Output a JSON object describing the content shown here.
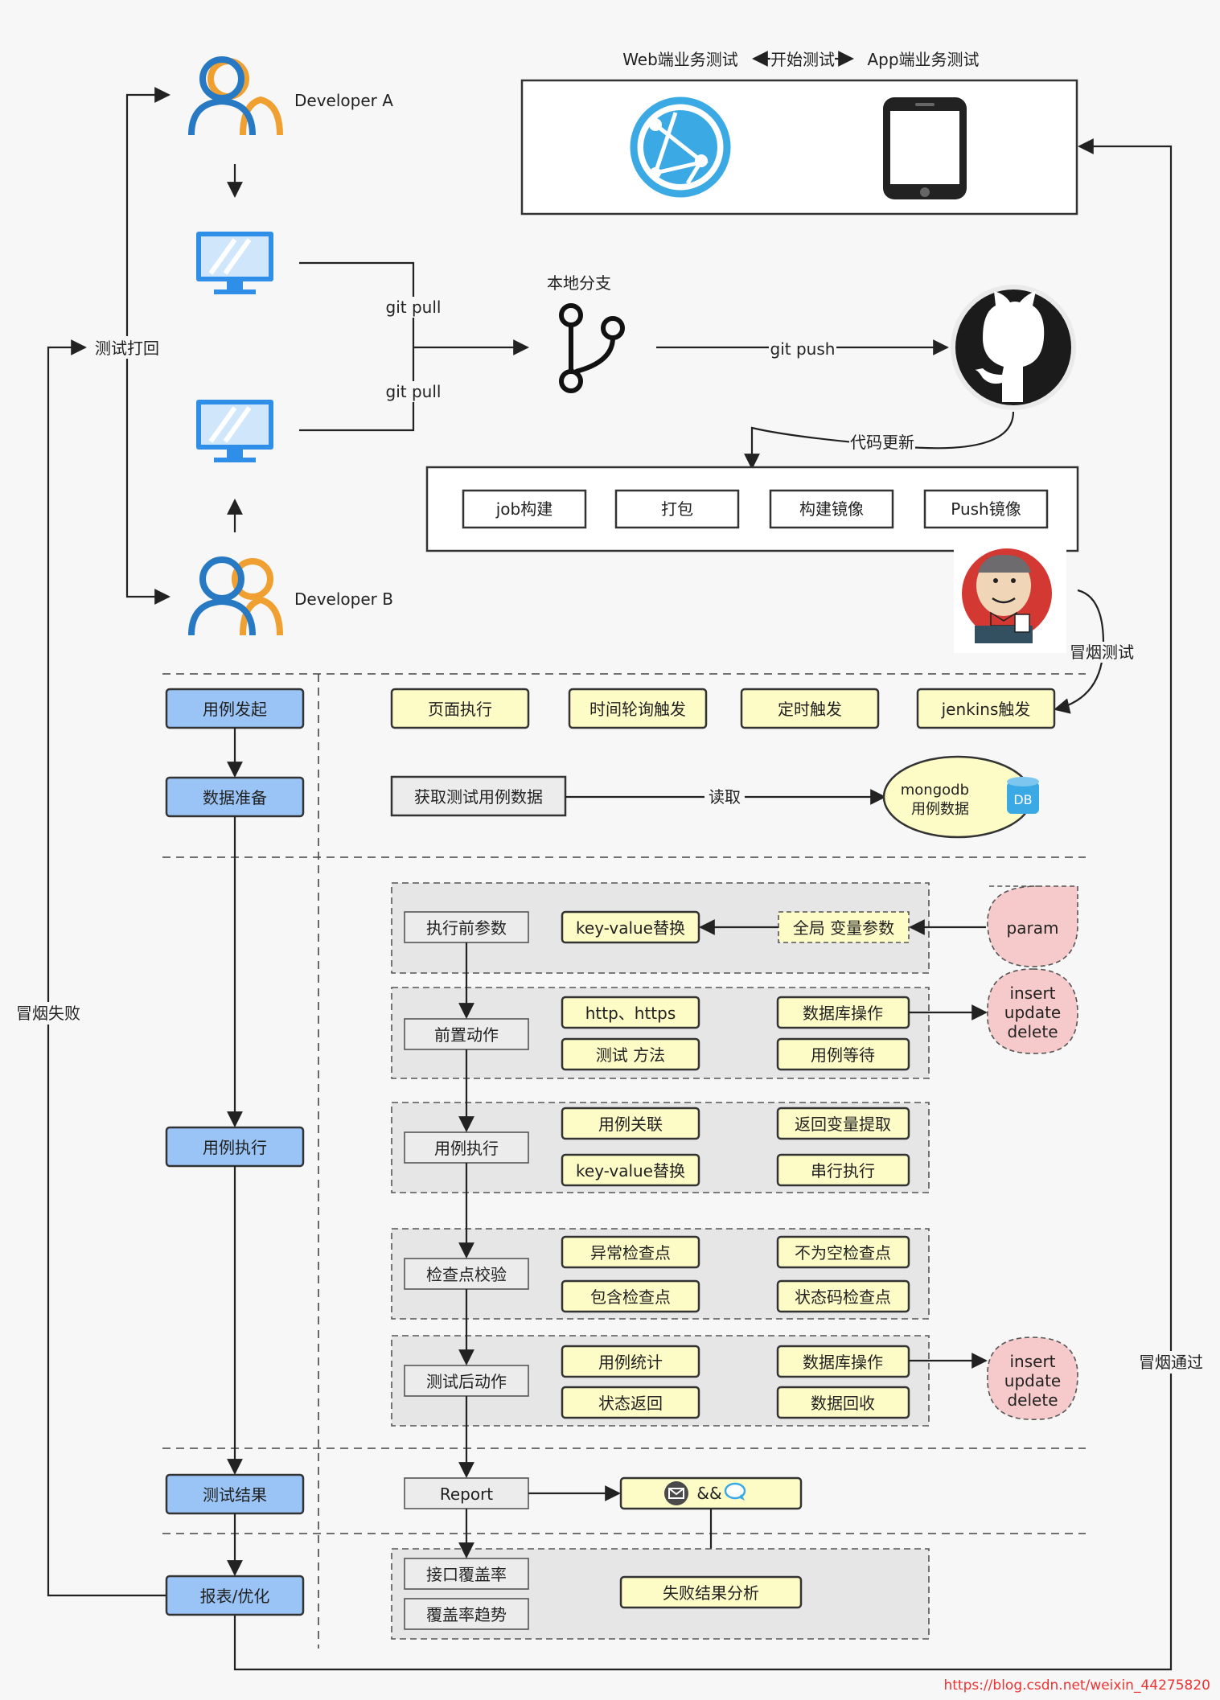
{
  "top": {
    "web_test": "Web端业务测试",
    "start_test": "开始测试",
    "app_test": "App端业务测试"
  },
  "developers": {
    "a": "Developer A",
    "b": "Developer B"
  },
  "git": {
    "pull_1": "git pull",
    "pull_2": "git pull",
    "local_branch": "本地分支",
    "push": "git push",
    "code_update": "代码更新"
  },
  "jenkins_steps": [
    "job构建",
    "打包",
    "构建镜像",
    "Push镜像"
  ],
  "side_labels": {
    "test_reject": "测试打回",
    "smoke_fail": "冒烟失败",
    "smoke_test": "冒烟测试",
    "smoke_pass": "冒烟通过"
  },
  "stages": [
    "用例发起",
    "数据准备",
    "用例执行",
    "测试结果",
    "报表/优化"
  ],
  "triggers": [
    "页面执行",
    "时间轮询触发",
    "定时触发",
    "jenkins触发"
  ],
  "data_prep": {
    "fetch": "获取测试用例数据",
    "read": "读取",
    "db_line1": "mongodb",
    "db_line2": "用例数据",
    "db_icon": "DB"
  },
  "exec": {
    "pre_params": {
      "title": "执行前参数",
      "kv": "key-value替换",
      "global": "全局 变量参数",
      "param": "param"
    },
    "pre_action": {
      "title": "前置动作",
      "items": [
        "http、https",
        "测试 方法",
        "数据库操作",
        "用例等待"
      ],
      "db_ops": [
        "insert",
        "update",
        "delete"
      ]
    },
    "case_exec": {
      "title": "用例执行",
      "items": [
        "用例关联",
        "key-value替换",
        "返回变量提取",
        "串行执行"
      ]
    },
    "checkpoint": {
      "title": "检查点校验",
      "items": [
        "异常检查点",
        "包含检查点",
        "不为空检查点",
        "状态码检查点"
      ]
    },
    "post_action": {
      "title": "测试后动作",
      "items": [
        "用例统计",
        "状态返回",
        "数据库操作",
        "数据回收"
      ],
      "db_ops": [
        "insert",
        "update",
        "delete"
      ]
    }
  },
  "result": {
    "report": "Report",
    "notify": "&&",
    "coverage": "接口覆盖率",
    "trend": "覆盖率趋势",
    "failure_analysis": "失败结果分析"
  },
  "watermark": "https://blog.csdn.net/weixin_44275820"
}
